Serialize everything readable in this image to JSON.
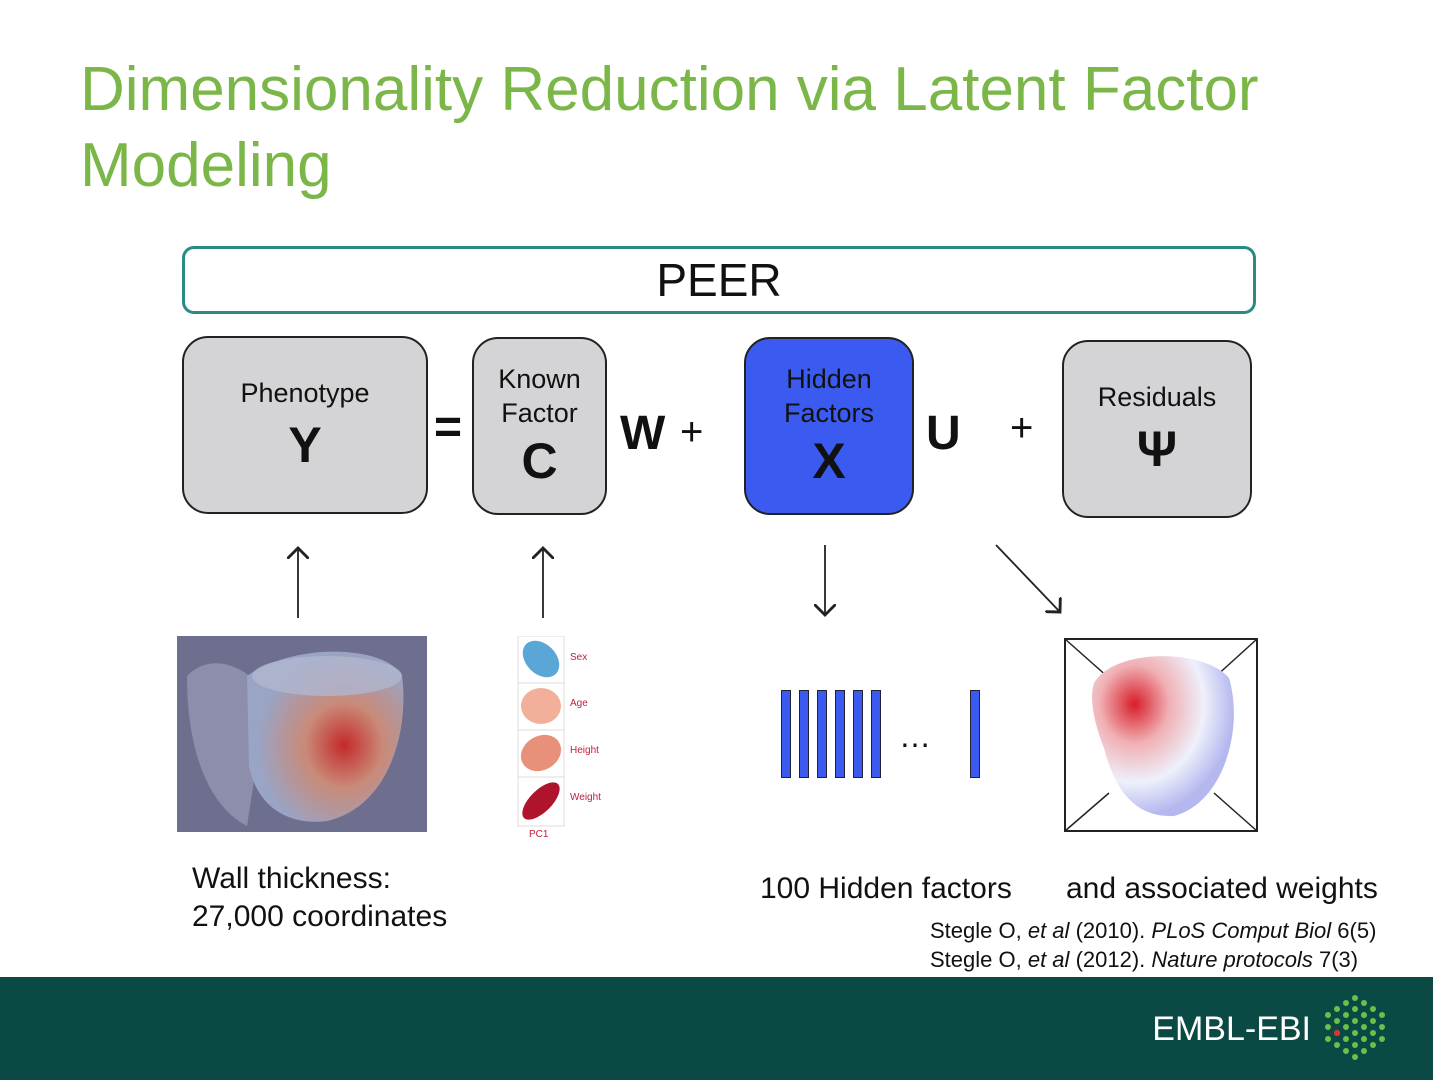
{
  "slide": {
    "title": "Dimensionality Reduction via Latent Factor Modeling",
    "banner": "PEER"
  },
  "equation": {
    "phenotype": {
      "label": "Phenotype",
      "symbol": "Y"
    },
    "equals": "=",
    "known": {
      "label_line1": "Known",
      "label_line2": "Factor",
      "symbol": "C"
    },
    "w_op": "W",
    "plus1": "+",
    "hidden": {
      "label_line1": "Hidden",
      "label_line2": "Factors",
      "symbol": "X"
    },
    "u_op": "U",
    "plus2": "+",
    "residuals": {
      "label": "Residuals",
      "symbol": "Ψ"
    }
  },
  "covariates": {
    "items": [
      "Sex",
      "Age",
      "Height",
      "Weight"
    ],
    "axis": "PC1",
    "colors": [
      "#5aa6d6",
      "#f2b09a",
      "#e8907a",
      "#b0142c"
    ]
  },
  "hidden_bars": {
    "ellipsis": "…",
    "color": "#3b5bf0"
  },
  "captions": {
    "wall_line1": "Wall thickness:",
    "wall_line2": "27,000 coordinates",
    "hidden": "100 Hidden factors",
    "weights": "and associated weights"
  },
  "references": [
    {
      "author": "Stegle O,",
      "etal": "et al",
      "year": "(2010).",
      "journal": "PLoS Comput Biol",
      "vol": "6(5)"
    },
    {
      "author": "Stegle O,",
      "etal": "et al",
      "year": "(2012).",
      "journal": "Nature protocols",
      "vol": "7(3)"
    }
  ],
  "footer": {
    "logo_text": "EMBL-EBI",
    "background": "#0b4a44"
  },
  "colors": {
    "title": "#7ab648",
    "accent_teal": "#2a8a86",
    "node_gray": "#d4d4d6",
    "node_blue": "#3b5bf0"
  }
}
